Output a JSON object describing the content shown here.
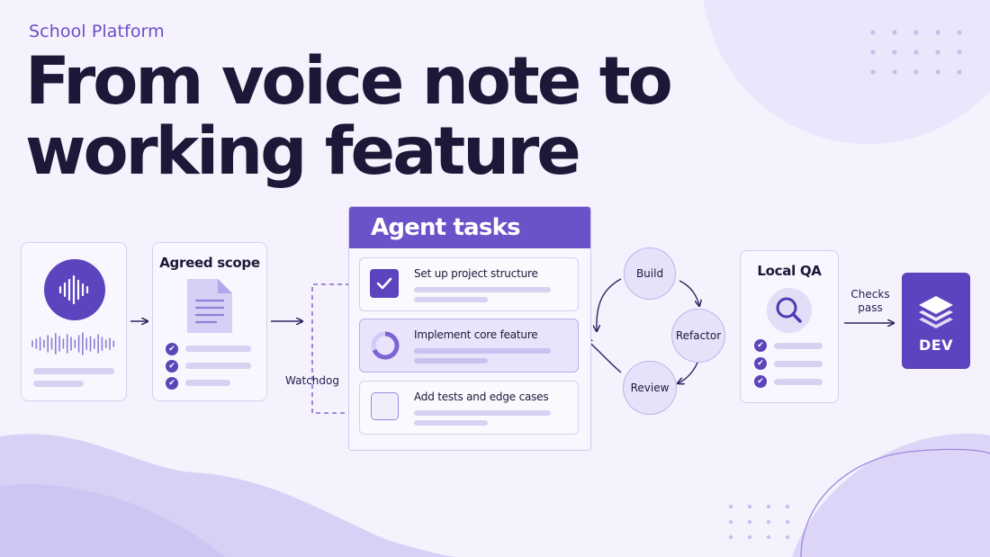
{
  "brand": "School Platform",
  "headline": [
    "From voice note to",
    "working feature"
  ],
  "scope": {
    "title": "Agreed scope"
  },
  "watchdog": "Watchdog",
  "agent_tasks": {
    "title": "Agent tasks",
    "items": [
      {
        "label": "Set up project structure",
        "status": "done"
      },
      {
        "label": "Implement core feature",
        "status": "in-progress"
      },
      {
        "label": "Add tests and edge cases",
        "status": "todo"
      }
    ]
  },
  "cycle": [
    "Build",
    "Refactor",
    "Review"
  ],
  "local_qa": {
    "title": "Local QA"
  },
  "checks_label": [
    "Checks",
    "pass"
  ],
  "dev_label": "DEV",
  "colors": {
    "accent": "#6b52c8",
    "dark": "#1d1838",
    "soft": "#d8d2f2",
    "bg": "#f5f2fd"
  },
  "icons": [
    "audio-wave-icon",
    "document-icon",
    "check-icon",
    "spinner-icon",
    "magnifier-icon",
    "layers-icon"
  ]
}
